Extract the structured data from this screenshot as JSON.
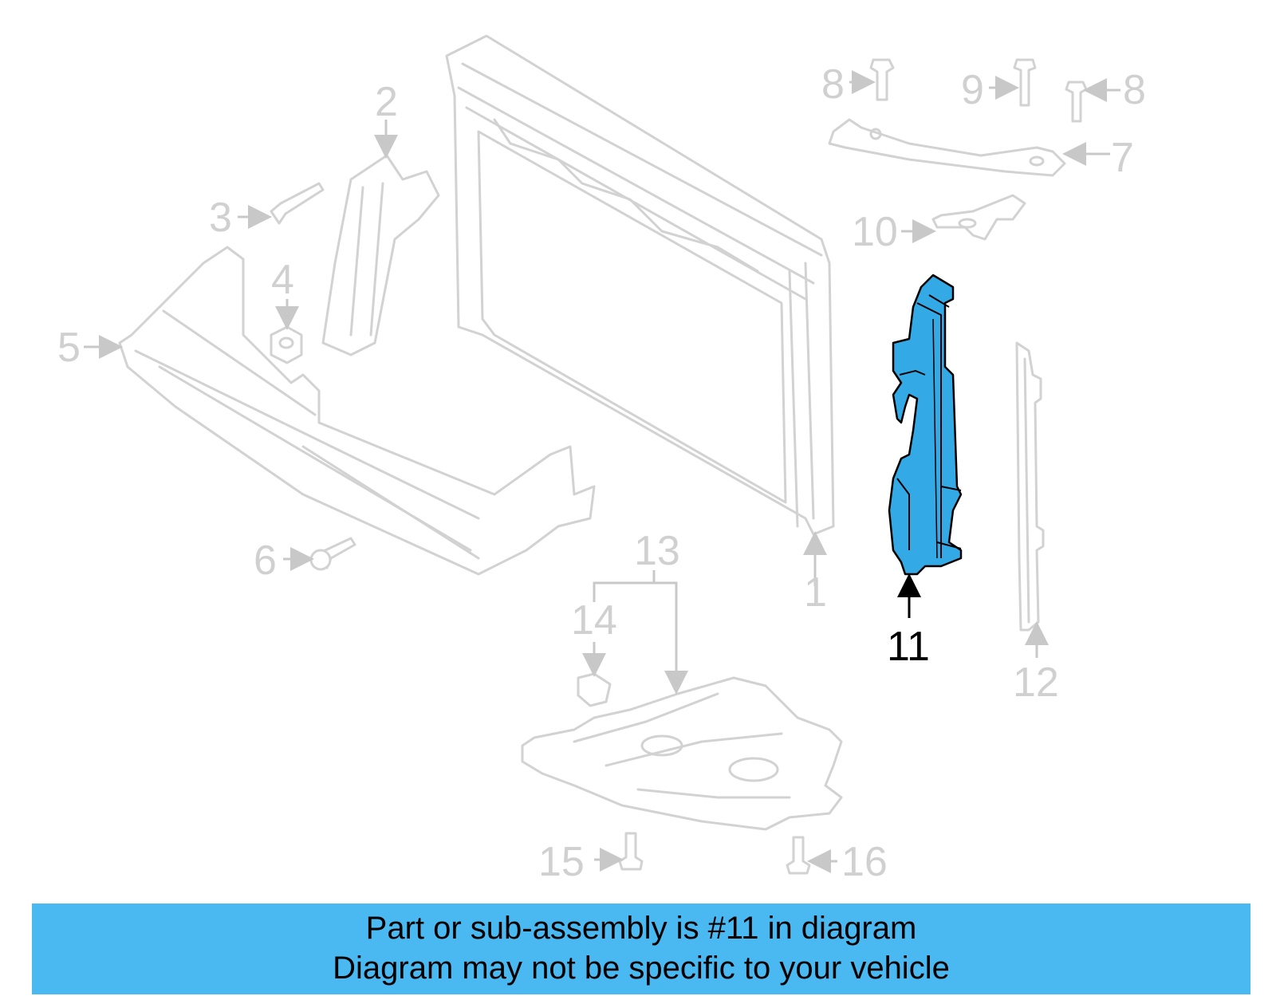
{
  "diagram": {
    "callouts": [
      {
        "id": "1",
        "text": "1"
      },
      {
        "id": "2",
        "text": "2"
      },
      {
        "id": "3",
        "text": "3"
      },
      {
        "id": "4",
        "text": "4"
      },
      {
        "id": "5",
        "text": "5"
      },
      {
        "id": "6",
        "text": "6"
      },
      {
        "id": "7",
        "text": "7"
      },
      {
        "id": "8a",
        "text": "8"
      },
      {
        "id": "8b",
        "text": "8"
      },
      {
        "id": "9",
        "text": "9"
      },
      {
        "id": "10",
        "text": "10"
      },
      {
        "id": "11",
        "text": "11"
      },
      {
        "id": "12",
        "text": "12"
      },
      {
        "id": "13",
        "text": "13"
      },
      {
        "id": "14",
        "text": "14"
      },
      {
        "id": "15",
        "text": "15"
      },
      {
        "id": "16",
        "text": "16"
      }
    ],
    "highlighted_part": "11",
    "colors": {
      "highlight_fill": "#33a9e6",
      "highlight_stroke": "#000000",
      "part_stroke": "#d2d2d2",
      "callout_gray": "#d0d0d0",
      "banner": "#4ab8f1"
    }
  },
  "banner": {
    "line1": "Part or sub-assembly is #11 in diagram",
    "line2": "Diagram may not be specific to your vehicle"
  }
}
